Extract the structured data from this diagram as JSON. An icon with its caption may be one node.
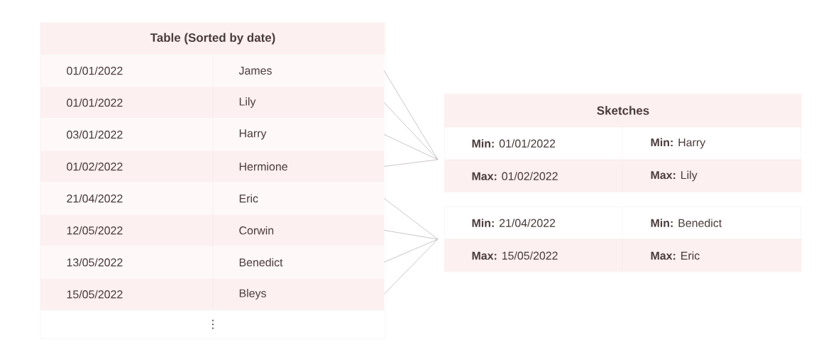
{
  "diagram": {
    "nodes": [
      {
        "text": [
          "Table (Sorted by date)"
        ]
      },
      {
        "text": [
          "01/01/2022",
          "James"
        ],
        "in": 0
      },
      {
        "text": [
          "01/01/2022",
          "Lily"
        ],
        "in": 0
      },
      {
        "text": [
          "03/01/2022",
          "Harry"
        ],
        "in": 0
      },
      {
        "text": [
          "01/02/2022",
          "Hermione"
        ],
        "in": 0
      },
      {
        "text": [
          "21/04/2022",
          "Eric"
        ],
        "in": 0
      },
      {
        "text": [
          "12/05/2022",
          "Corwin"
        ],
        "in": 0
      },
      {
        "text": [
          "13/05/2022",
          "Benedict"
        ],
        "in": 0
      },
      {
        "text": [
          "15/05/2022",
          "Bleys"
        ],
        "in": 0
      },
      {
        "text": [
          "Sketches",
          "**Min:** 01/01/2022",
          "**Min:** Harry",
          "**Max:** 01/02/2022",
          "**Max:** Lily"
        ]
      },
      {
        "text": [
          "**Min:** 21/04/2022",
          "**Min:** Benedict",
          "**Max:** 15/05/2022",
          "**Max:** Eric"
        ]
      }
    ],
    "edges": [
      {
        "from": 1,
        "to": 9,
        "arrow": "none"
      },
      {
        "from": 2,
        "to": 9,
        "arrow": "none"
      },
      {
        "from": 3,
        "to": 9,
        "arrow": "none"
      },
      {
        "from": 4,
        "to": 9,
        "arrow": "none"
      },
      {
        "from": 5,
        "to": 10,
        "arrow": "none"
      },
      {
        "from": 6,
        "to": 10,
        "arrow": "none"
      },
      {
        "from": 7,
        "to": 10,
        "arrow": "none"
      },
      {
        "from": 8,
        "to": 10,
        "arrow": "none"
      }
    ],
    "labels": [
      "⋮"
    ]
  }
}
